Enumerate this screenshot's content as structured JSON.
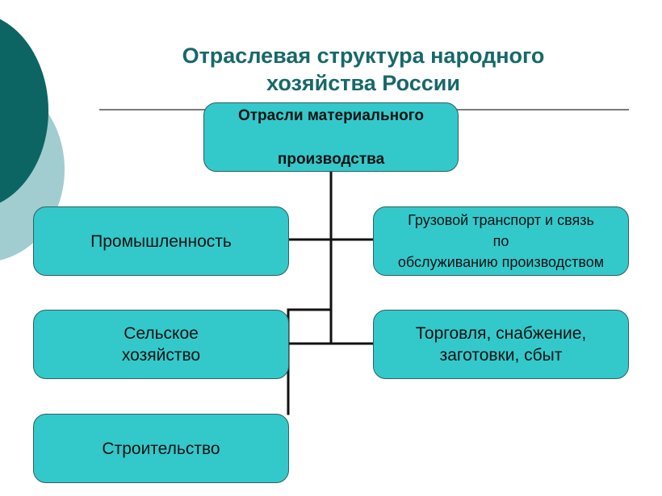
{
  "slide": {
    "title_line1": "Отраслевая структура народного",
    "title_line2": "хозяйства России"
  },
  "diagram": {
    "root": {
      "line1": "Отрасли материального",
      "line2": "производства"
    },
    "left_branches": [
      {
        "id": "industry",
        "label": "Промышленность"
      },
      {
        "id": "agriculture",
        "label": "Сельское\nхозяйство"
      },
      {
        "id": "construction",
        "label": "Строительство"
      }
    ],
    "right_branches": [
      {
        "id": "transport",
        "label": "Грузовой транспорт и связь\nпо\nобслуживанию производством"
      },
      {
        "id": "trade",
        "label": "Торговля, снабжение,\nзаготовки, сбыт"
      }
    ]
  },
  "colors": {
    "title": "#17686a",
    "node_fill": "#33c9cb",
    "node_border": "#2e5f60",
    "connector": "#111111",
    "deco_dark": "#0c6563",
    "deco_light": "#a2cdd0",
    "rule": "#7a7a7a"
  }
}
